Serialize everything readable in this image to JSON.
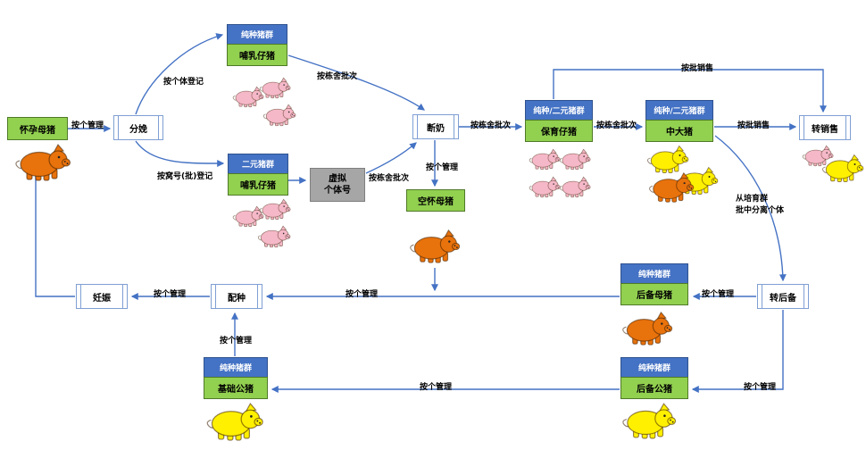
{
  "colors": {
    "accent_blue": "#4472c4",
    "node_green": "#92d050",
    "node_gray": "#a6a6a6",
    "pig_orange": "#e8720c",
    "pig_pink": "#f5b8c8",
    "pig_yellow": "#fff000"
  },
  "nodes": {
    "pregnant_sow": {
      "label": "怀孕母猪"
    },
    "farrowing": {
      "label": "分娩"
    },
    "purebred_suckling": {
      "header": "纯种猪群",
      "label": "哺乳仔猪"
    },
    "binary_suckling": {
      "header": "二元猪群",
      "label": "哺乳仔猪"
    },
    "virtual_id": {
      "line1": "虚拟",
      "line2": "个体号"
    },
    "weaning": {
      "label": "断奶"
    },
    "open_sow": {
      "label": "空怀母猪"
    },
    "nursery": {
      "header": "纯种/二元猪群",
      "label": "保育仔猪"
    },
    "grower": {
      "header": "纯种/二元猪群",
      "label": "中大猪"
    },
    "to_sale": {
      "label": "转销售"
    },
    "to_reserve": {
      "label": "转后备"
    },
    "reserve_sow": {
      "header": "纯种猪群",
      "label": "后备母猪"
    },
    "breeding": {
      "label": "配种"
    },
    "gestation": {
      "label": "妊娠"
    },
    "base_boar": {
      "header": "纯种猪群",
      "label": "基础公猪"
    },
    "reserve_boar": {
      "header": "纯种猪群",
      "label": "后备公猪"
    }
  },
  "edges": {
    "sow_to_farrowing": "按个管理",
    "register_individual": "按个体登记",
    "register_litter": "按窝号(批)登记",
    "purebred_to_wean": "按栋舍批次",
    "virtual_to_wean": "按栋舍批次",
    "wean_to_nursery": "按栋舍批次",
    "wean_to_opensow": "按个管理",
    "nursery_to_grower": "按栋舍批次",
    "grower_to_sale": "按批销售",
    "herd_to_sale_top": "按批销售",
    "grower_to_reserve_line1": "从培育群",
    "grower_to_reserve_line2": "批中分离个体",
    "reserve_to_sow": "按个管理",
    "opensow_to_breeding": "按个管理",
    "breeding_to_gestation": "按个管理",
    "baseboar_to_breeding": "按个管理",
    "rboar_to_bboar": "按个管理",
    "reserve_to_rboar": "按个管理"
  }
}
